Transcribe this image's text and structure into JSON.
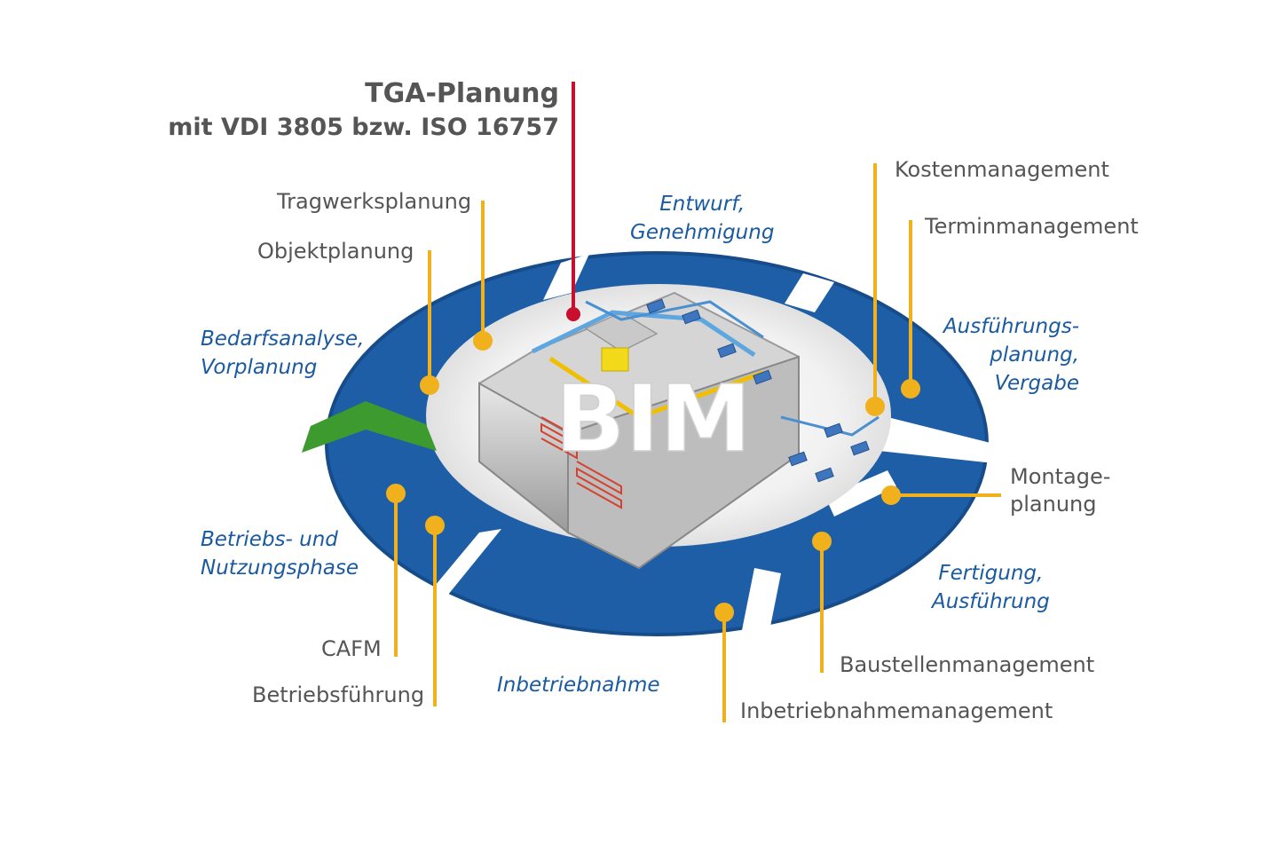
{
  "header": {
    "title": "TGA-Planung",
    "subtitle": "mit VDI 3805 bzw. ISO 16757"
  },
  "center": {
    "label": "BIM"
  },
  "phases": {
    "entwurf": [
      "Entwurf,",
      "Genehmigung"
    ],
    "ausfuehrung": [
      "Ausführungs-",
      "planung,",
      "Vergabe"
    ],
    "bedarf": [
      "Bedarfsanalyse,",
      "Vorplanung"
    ],
    "betrieb": [
      "Betriebs- und",
      "Nutzungsphase"
    ],
    "fertigung": [
      "Fertigung,",
      "Ausführung"
    ],
    "inbetrieb": [
      "Inbetriebnahme"
    ]
  },
  "tasks": {
    "tragwerk": "Tragwerksplanung",
    "objekt": "Objektplanung",
    "kosten": "Kostenmanagement",
    "termin": "Terminmanagement",
    "montage": [
      "Montage-",
      "planung"
    ],
    "cafm": "CAFM",
    "betriebsfuehrung": "Betriebsführung",
    "baustelle": "Baustellenmanagement",
    "inbetriebmgmt": "Inbetriebnahmemanagement"
  },
  "colors": {
    "ring": "#1d5ea6",
    "ring_dark": "#164c8a",
    "leader": "#f0b11c",
    "accent_line": "#c8102e",
    "arrow": "#3c9a2e",
    "text": "#555555",
    "phase_text": "#1a5aa0"
  }
}
